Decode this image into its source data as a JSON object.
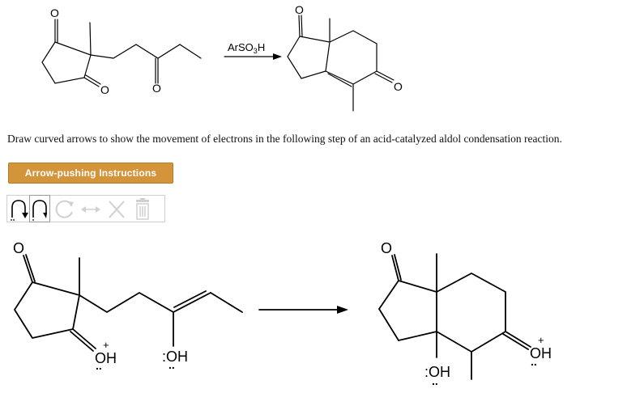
{
  "scheme": {
    "reagent": {
      "main": "ArSO",
      "sub": "3",
      "tail": "H"
    },
    "oxygen_label": "O"
  },
  "question": "Draw curved arrows to show the movement of electrons in the following step of an acid-catalyzed aldol condensation reaction.",
  "instructions_button": {
    "label": "Arrow-pushing Instructions"
  },
  "toolbar": {
    "tools": [
      {
        "name": "electron-pair-arrow-icon",
        "enabled": true
      },
      {
        "name": "single-electron-arrow-icon",
        "enabled": true
      },
      {
        "name": "rotate-icon",
        "enabled": false
      },
      {
        "name": "resonance-arrow-icon",
        "enabled": false
      },
      {
        "name": "delete-icon",
        "enabled": false
      },
      {
        "name": "trash-icon",
        "enabled": false
      }
    ]
  },
  "step": {
    "oxygen_label": "O",
    "oxonium_label": "OH",
    "hydroxyl_label": ":OH",
    "charge": "+",
    "lone_pair": ".."
  },
  "colors": {
    "button": "#d4943a",
    "toolbar_border": "#cfcfcf",
    "disabled_icon": "#d0d0d0"
  }
}
